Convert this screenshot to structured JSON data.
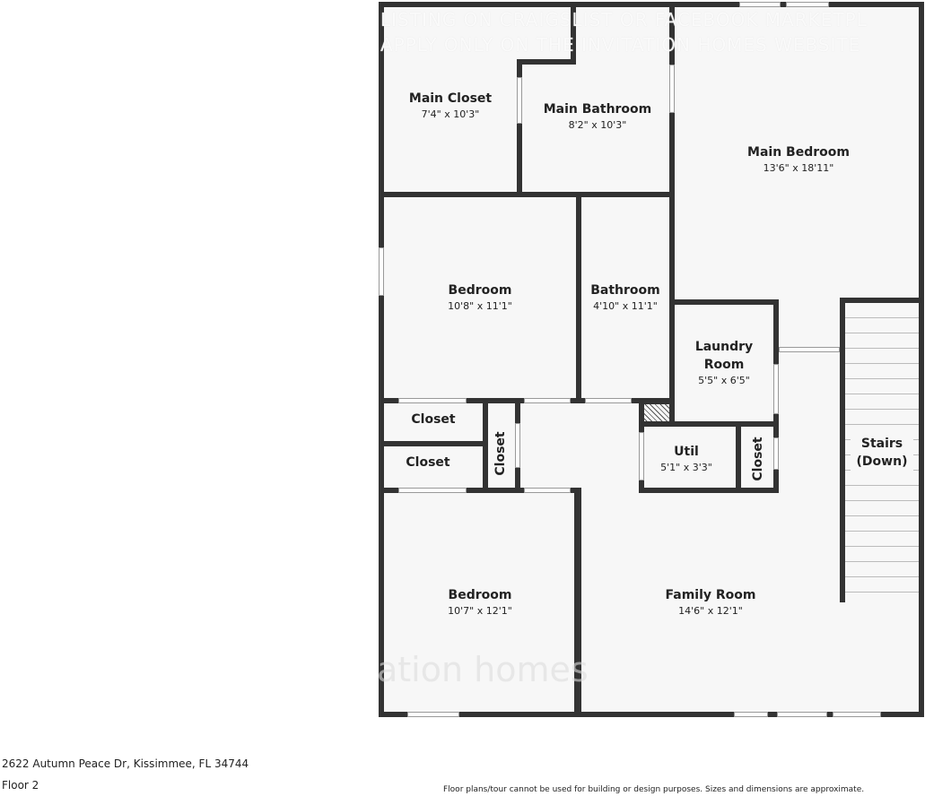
{
  "watermark": {
    "line1": "LISTING ON CRAIGSLIST OR FACEBOOK MARKETPL",
    "line2": "APPLY ONLY ON THE INVITATION HOMES WEBSITE",
    "logo": "ation homes"
  },
  "rooms": [
    {
      "name": "Main Closet",
      "dims": "7'4\" x 10'3\""
    },
    {
      "name": "Main Bathroom",
      "dims": "8'2\" x 10'3\""
    },
    {
      "name": "Main Bedroom",
      "dims": "13'6\" x 18'11\""
    },
    {
      "name": "Bedroom",
      "dims": "10'8\" x 11'1\""
    },
    {
      "name": "Bathroom",
      "dims": "4'10\" x 11'1\""
    },
    {
      "name": "Laundry Room",
      "dims": "5'5\" x 6'5\""
    },
    {
      "name": "Closet"
    },
    {
      "name": "Closet"
    },
    {
      "name": "Closet"
    },
    {
      "name": "Util",
      "dims": "5'1\" x 3'3\""
    },
    {
      "name": "Closet"
    },
    {
      "name": "Stairs (Down)"
    },
    {
      "name": "Bedroom",
      "dims": "10'7\" x 12'1\""
    },
    {
      "name": "Family Room",
      "dims": "14'6\" x 12'1\""
    }
  ],
  "footer": {
    "address": "2622 Autumn Peace Dr, Kissimmee, FL 34744",
    "floor": "Floor 2",
    "disclaimer": "Floor plans/tour cannot be used for building or design purposes. Sizes and dimensions are approximate."
  }
}
